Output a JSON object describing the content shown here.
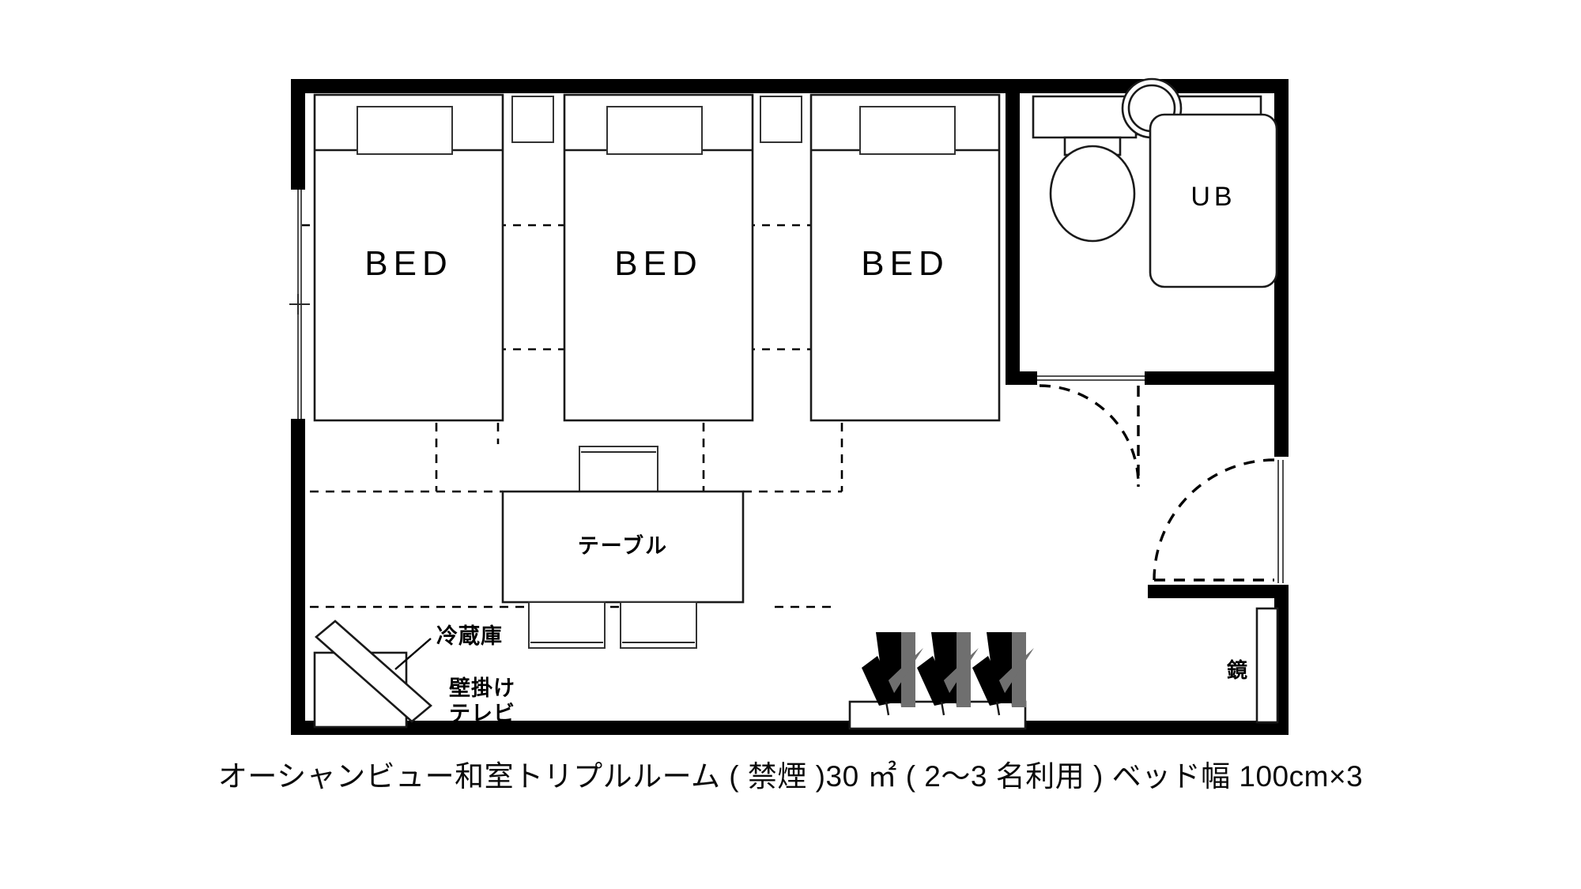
{
  "plan": {
    "caption": "オーシャンビュー和室トリプルルーム ( 禁煙 )30 ㎡ ( 2～3 名利用 ) ベッド幅 100cm×3",
    "beds": [
      {
        "label": "BED"
      },
      {
        "label": "BED"
      },
      {
        "label": "BED"
      }
    ],
    "bath": {
      "unit_bath_label": "UB"
    },
    "furniture": {
      "table_label": "テーブル",
      "fridge_label": "冷蔵庫",
      "tv_label_line1": "壁掛け",
      "tv_label_line2": "テレビ",
      "mirror_label": "鏡"
    },
    "colors": {
      "wall": "#000000",
      "line": "#1a1a1a",
      "background": "#ffffff",
      "sandal": "#000000",
      "sandal_shadow": "#6f6f6f"
    }
  }
}
